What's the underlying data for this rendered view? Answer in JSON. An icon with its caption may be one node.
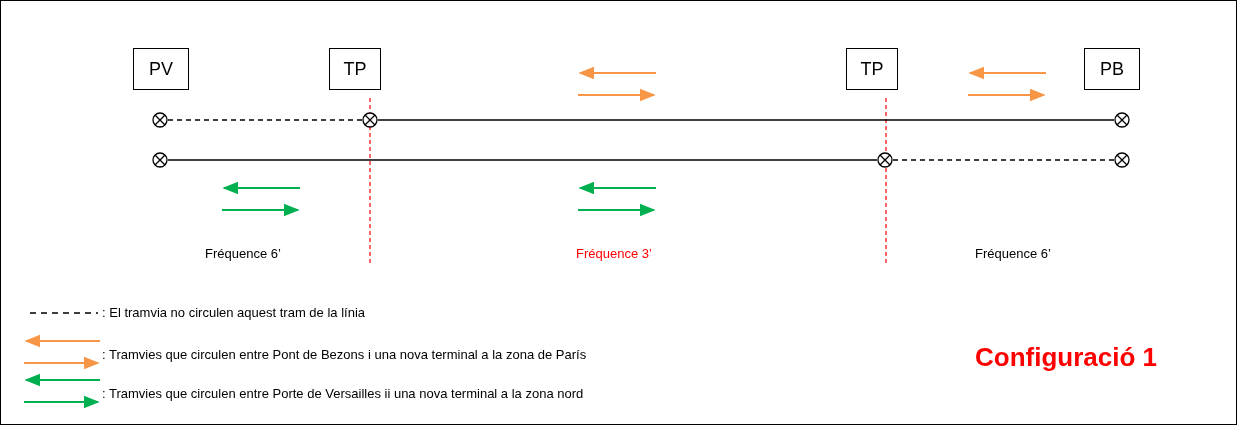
{
  "diagram": {
    "nodes": [
      {
        "text": [
          "PV"
        ]
      },
      {
        "text": [
          "TP"
        ]
      },
      {
        "text": [
          "TP"
        ]
      },
      {
        "text": [
          "PB"
        ]
      },
      {
        "text": [],
        "shape": "circle"
      },
      {
        "text": [],
        "shape": "circle"
      },
      {
        "text": [],
        "shape": "circle"
      },
      {
        "text": [],
        "shape": "circle"
      },
      {
        "text": [],
        "shape": "circle"
      },
      {
        "text": [],
        "shape": "circle"
      }
    ],
    "edges": [
      {
        "from": 4,
        "to": 5,
        "arrow": "none",
        "style": "dashed"
      },
      {
        "from": 5,
        "to": 6,
        "arrow": "none"
      },
      {
        "from": 7,
        "to": 8,
        "arrow": "none"
      },
      {
        "from": 8,
        "to": 9,
        "arrow": "none",
        "style": "dashed"
      }
    ],
    "labels": [
      "Fréquence 6’",
      "Fréquence 3’",
      "Fréquence 6’",
      "Configuració 1"
    ],
    "legend": [
      {
        "text": ": El tramvia no circulen aquest tram de la línia"
      },
      {
        "text": ": Tramvies que circulen entre Pont de Bezons i una nova terminal a la zona de París"
      },
      {
        "text": ": Tramvies que circulen entre Porte de Versailles ii una nova terminal a la zona nord"
      }
    ]
  }
}
